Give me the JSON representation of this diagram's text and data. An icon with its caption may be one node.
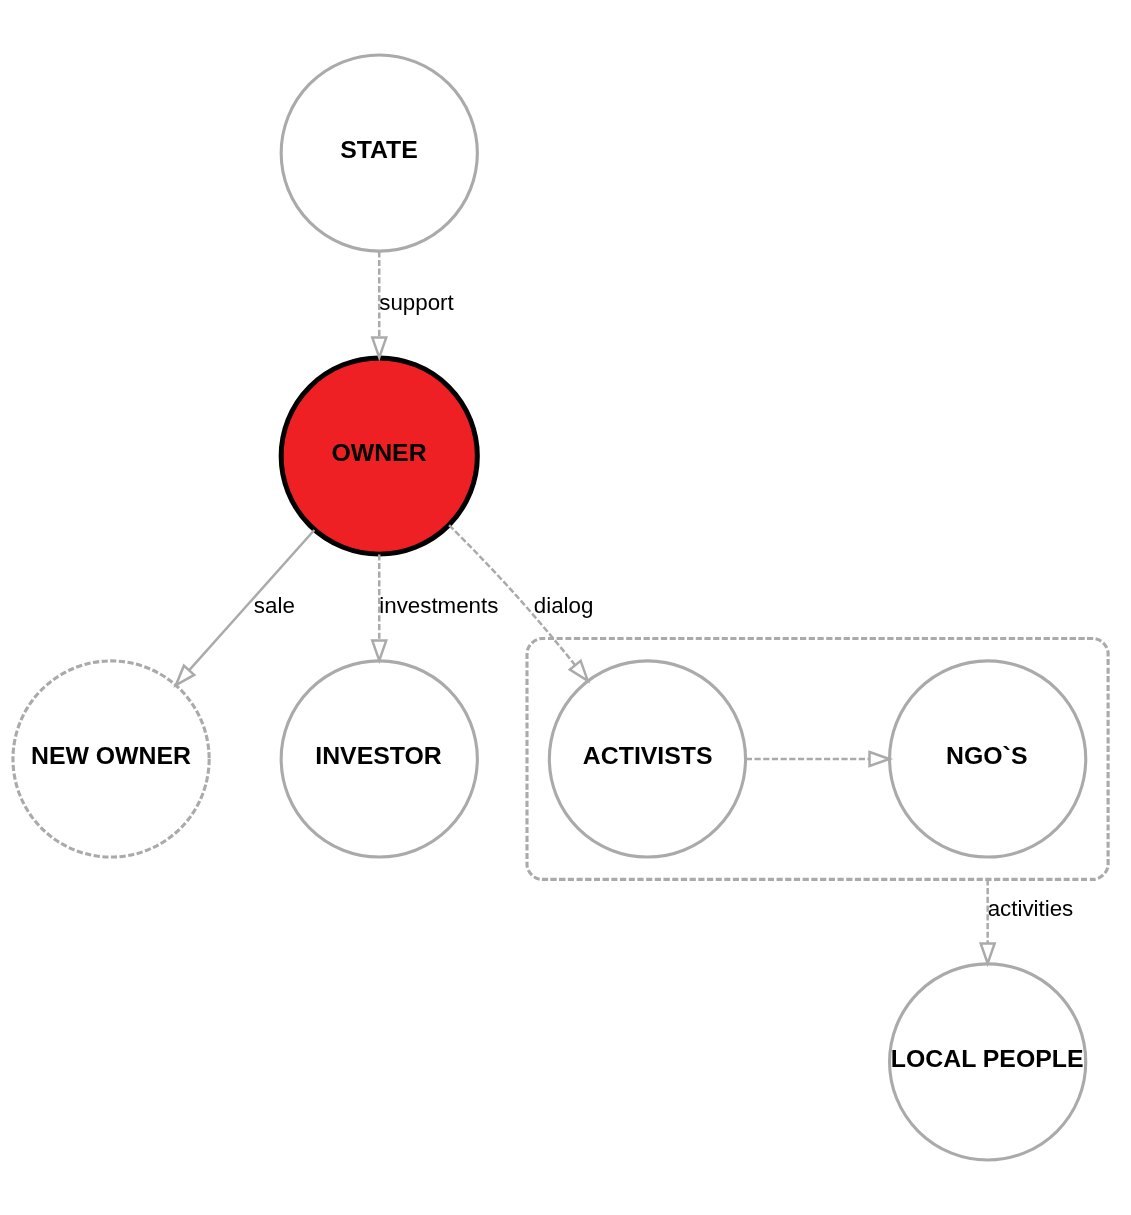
{
  "diagram": {
    "nodes": [
      {
        "text": [
          "NEW OWNER"
        ]
      },
      {
        "text": [
          "INVESTOR"
        ]
      },
      {
        "text": [
          "OWNER"
        ]
      },
      {
        "text": [
          "STATE"
        ]
      },
      {
        "text": [
          "LOCAL PEOPLE"
        ]
      },
      {
        "text": [],
        "shape": "box"
      },
      {
        "text": [
          "ACTIVISTS"
        ],
        "in": 5
      },
      {
        "text": [
          "NGO`S"
        ],
        "in": 5
      }
    ],
    "edges": [
      {
        "from": 2,
        "to": 0,
        "arrow": "to",
        "label": "sale"
      },
      {
        "from": 2,
        "to": 1,
        "arrow": "to",
        "label": "investments",
        "style": "dashed"
      },
      {
        "from": 3,
        "to": 2,
        "arrow": "to",
        "label": "support",
        "style": "dashed"
      },
      {
        "from": 2,
        "to": 6,
        "arrow": "to",
        "label": "dialog",
        "style": "dashed"
      },
      {
        "from": 6,
        "to": 7,
        "arrow": "to",
        "style": "dashed"
      },
      {
        "from": 5,
        "to": 4,
        "arrow": "to",
        "label": "activities",
        "style": "dashed"
      }
    ]
  }
}
